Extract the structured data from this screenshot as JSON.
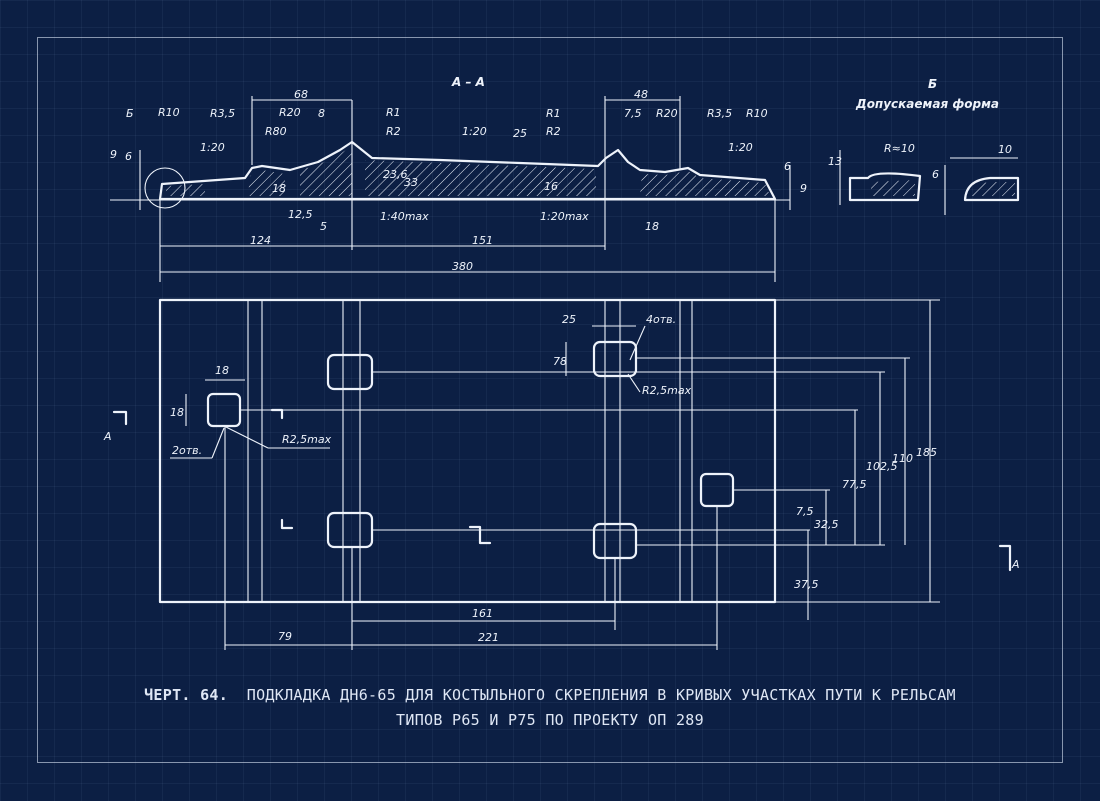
{
  "caption": {
    "number": "ЧЕРТ. 64.",
    "line1": "ПОДКЛАДКА ДН6-65 ДЛЯ КОСТЫЛЬНОГО СКРЕПЛЕНИЯ В КРИВЫХ УЧАСТКАХ ПУТИ К РЕЛЬСАМ",
    "line2": "ТИПОВ Р65 И Р75 ПО ПРОЕКТУ ОП 289"
  },
  "section": {
    "title": "А – А",
    "detail_title": "Б",
    "detail_caption": "Допускаемая форма",
    "labels": {
      "b_mark": "Б",
      "r10_left": "R10",
      "r3_5_left": "R3,5",
      "r20_left": "R20",
      "d8": "8",
      "r1_left": "R1",
      "r80": "R80",
      "r2_left": "R2",
      "slope_1_20_a": "1:20",
      "slope_1_20_b": "1:20",
      "d25": "25",
      "r1_right": "R1",
      "r2_right": "R2",
      "d7_5": "7,5",
      "r20_right": "R20",
      "r3_5_right": "R3,5",
      "r10_right": "R10",
      "slope_1_20_c": "1:20",
      "d9": "9",
      "d6_left": "6",
      "d18_left": "18",
      "d12_5": "12,5",
      "d5": "5",
      "d23_6": "23,6",
      "d33": "33",
      "slope_1_40": "1:40max",
      "d16": "16",
      "slope_1_20max": "1:20max",
      "d18_right": "18",
      "d6_right": "6",
      "d9_right": "9",
      "d13": "13",
      "r_approx_10": "R≈10",
      "d10": "10",
      "d6_detail": "6",
      "d68": "68",
      "d48": "48",
      "d124": "124",
      "d151": "151",
      "d380": "380"
    }
  },
  "plan": {
    "labels": {
      "d18_top": "18",
      "d18_side": "18",
      "two_holes": "2отв.",
      "r2_5max_left": "R2,5max",
      "d25": "25",
      "four_holes": "4отв.",
      "d78": "78",
      "r2_5max_right": "R2,5max",
      "d77_5": "77,5",
      "d102_5": "102,5",
      "d110": "110",
      "d185": "185",
      "d7_5": "7,5",
      "d32_5": "32,5",
      "d37_5": "37,5",
      "d79": "79",
      "d161": "161",
      "d221": "221",
      "cut_left": "А",
      "cut_right": "А"
    }
  }
}
